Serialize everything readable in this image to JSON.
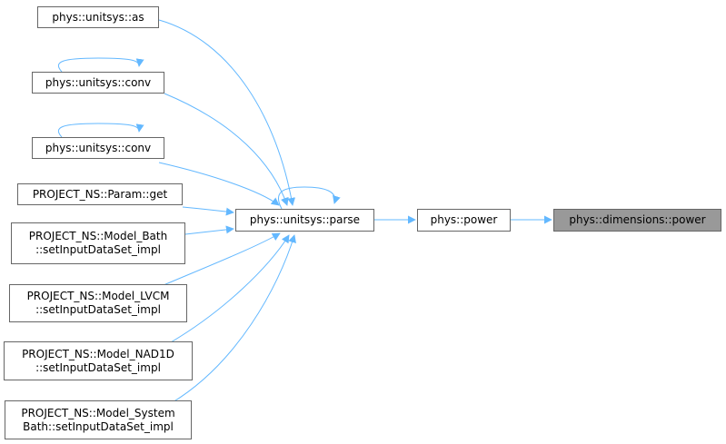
{
  "graph": {
    "nodes": [
      {
        "id": "as",
        "lines": [
          "phys::unitsys::as"
        ],
        "highlight": false
      },
      {
        "id": "conv1",
        "lines": [
          "phys::unitsys::conv"
        ],
        "highlight": false
      },
      {
        "id": "conv2",
        "lines": [
          "phys::unitsys::conv"
        ],
        "highlight": false
      },
      {
        "id": "param_get",
        "lines": [
          "PROJECT_NS::Param::get"
        ],
        "highlight": false
      },
      {
        "id": "model_bath",
        "lines": [
          "PROJECT_NS::Model_Bath",
          "::setInputDataSet_impl"
        ],
        "highlight": false
      },
      {
        "id": "model_lvcm",
        "lines": [
          "PROJECT_NS::Model_LVCM",
          "::setInputDataSet_impl"
        ],
        "highlight": false
      },
      {
        "id": "model_nad1d",
        "lines": [
          "PROJECT_NS::Model_NAD1D",
          "::setInputDataSet_impl"
        ],
        "highlight": false
      },
      {
        "id": "model_system",
        "lines": [
          "PROJECT_NS::Model_System",
          "Bath::setInputDataSet_impl"
        ],
        "highlight": false
      },
      {
        "id": "parse",
        "lines": [
          "phys::unitsys::parse"
        ],
        "highlight": false
      },
      {
        "id": "power",
        "lines": [
          "phys::power"
        ],
        "highlight": false
      },
      {
        "id": "dim_power",
        "lines": [
          "phys::dimensions::power"
        ],
        "highlight": true
      }
    ],
    "edges": [
      {
        "from": "power",
        "to": "dim_power"
      },
      {
        "from": "parse",
        "to": "power"
      },
      {
        "from": "parse",
        "to": "parse"
      },
      {
        "from": "as",
        "to": "parse"
      },
      {
        "from": "conv1",
        "to": "conv1"
      },
      {
        "from": "conv1",
        "to": "parse"
      },
      {
        "from": "conv2",
        "to": "conv2"
      },
      {
        "from": "conv2",
        "to": "parse"
      },
      {
        "from": "param_get",
        "to": "parse"
      },
      {
        "from": "model_bath",
        "to": "parse"
      },
      {
        "from": "model_lvcm",
        "to": "parse"
      },
      {
        "from": "model_nad1d",
        "to": "parse"
      },
      {
        "from": "model_system",
        "to": "parse"
      }
    ],
    "colors": {
      "edge": "#63b8ff",
      "border": "#666666",
      "highlight_fill": "#999999"
    }
  }
}
